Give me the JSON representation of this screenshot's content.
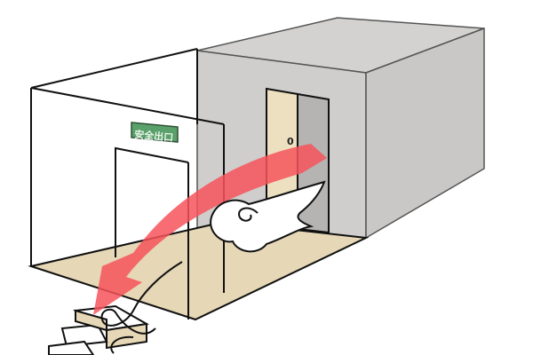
{
  "illustration": {
    "subject": "smoke-flow-from-room-to-exit",
    "exit_sign": {
      "label": "安全出口",
      "bg_color": "#5aa06a",
      "text_color": "#e9f5ea"
    },
    "door_knob_glyph": "0",
    "colors": {
      "box_top": "#d3d2d0",
      "box_front": "#cfcecc",
      "box_side": "#cac9c7",
      "floor": "#e6d7b6",
      "door_leaf": "#ece0c0",
      "door_open_gap": "#b5b4b2",
      "arrow": "#f6545a",
      "outline": "#111111",
      "smoke": "#ffffff"
    }
  }
}
